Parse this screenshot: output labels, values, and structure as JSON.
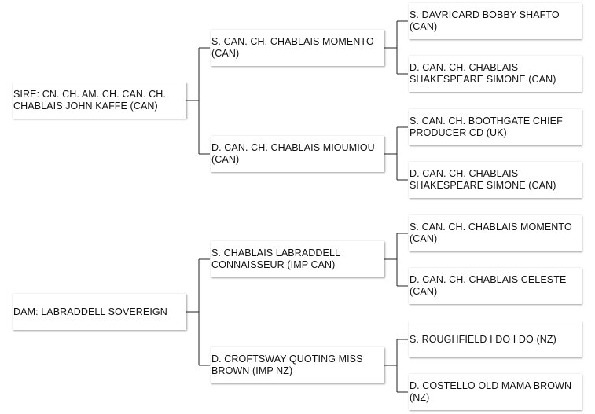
{
  "pedigree": {
    "sire": "SIRE: CN. CH. AM. CH. CAN. CH. CHABLAIS JOHN KAFFE (CAN)",
    "dam": "DAM: LABRADDELL SOVEREIGN",
    "sire_sire": "S. CAN. CH. CHABLAIS MOMENTO (CAN)",
    "sire_dam": "D. CAN. CH. CHABLAIS MIOUMIOU (CAN)",
    "dam_sire": "S. CHABLAIS LABRADDELL CONNAISSEUR (IMP CAN)",
    "dam_dam": "D. CROFTSWAY QUOTING MISS BROWN (IMP NZ)",
    "ss_sire": "S. DAVRICARD BOBBY SHAFTO (CAN)",
    "ss_dam": "D. CAN. CH. CHABLAIS SHAKESPEARE SIMONE (CAN)",
    "sd_sire": "S. CAN. CH. BOOTHGATE CHIEF PRODUCER CD (UK)",
    "sd_dam": "D. CAN. CH. CHABLAIS SHAKESPEARE SIMONE (CAN)",
    "ds_sire": "S. CAN. CH. CHABLAIS MOMENTO (CAN)",
    "ds_dam": "D. CAN. CH. CHABLAIS CELESTE (CAN)",
    "dd_sire": "S. ROUGHFIELD I DO I DO (NZ)",
    "dd_dam": "D. COSTELLO OLD MAMA BROWN (NZ)"
  }
}
